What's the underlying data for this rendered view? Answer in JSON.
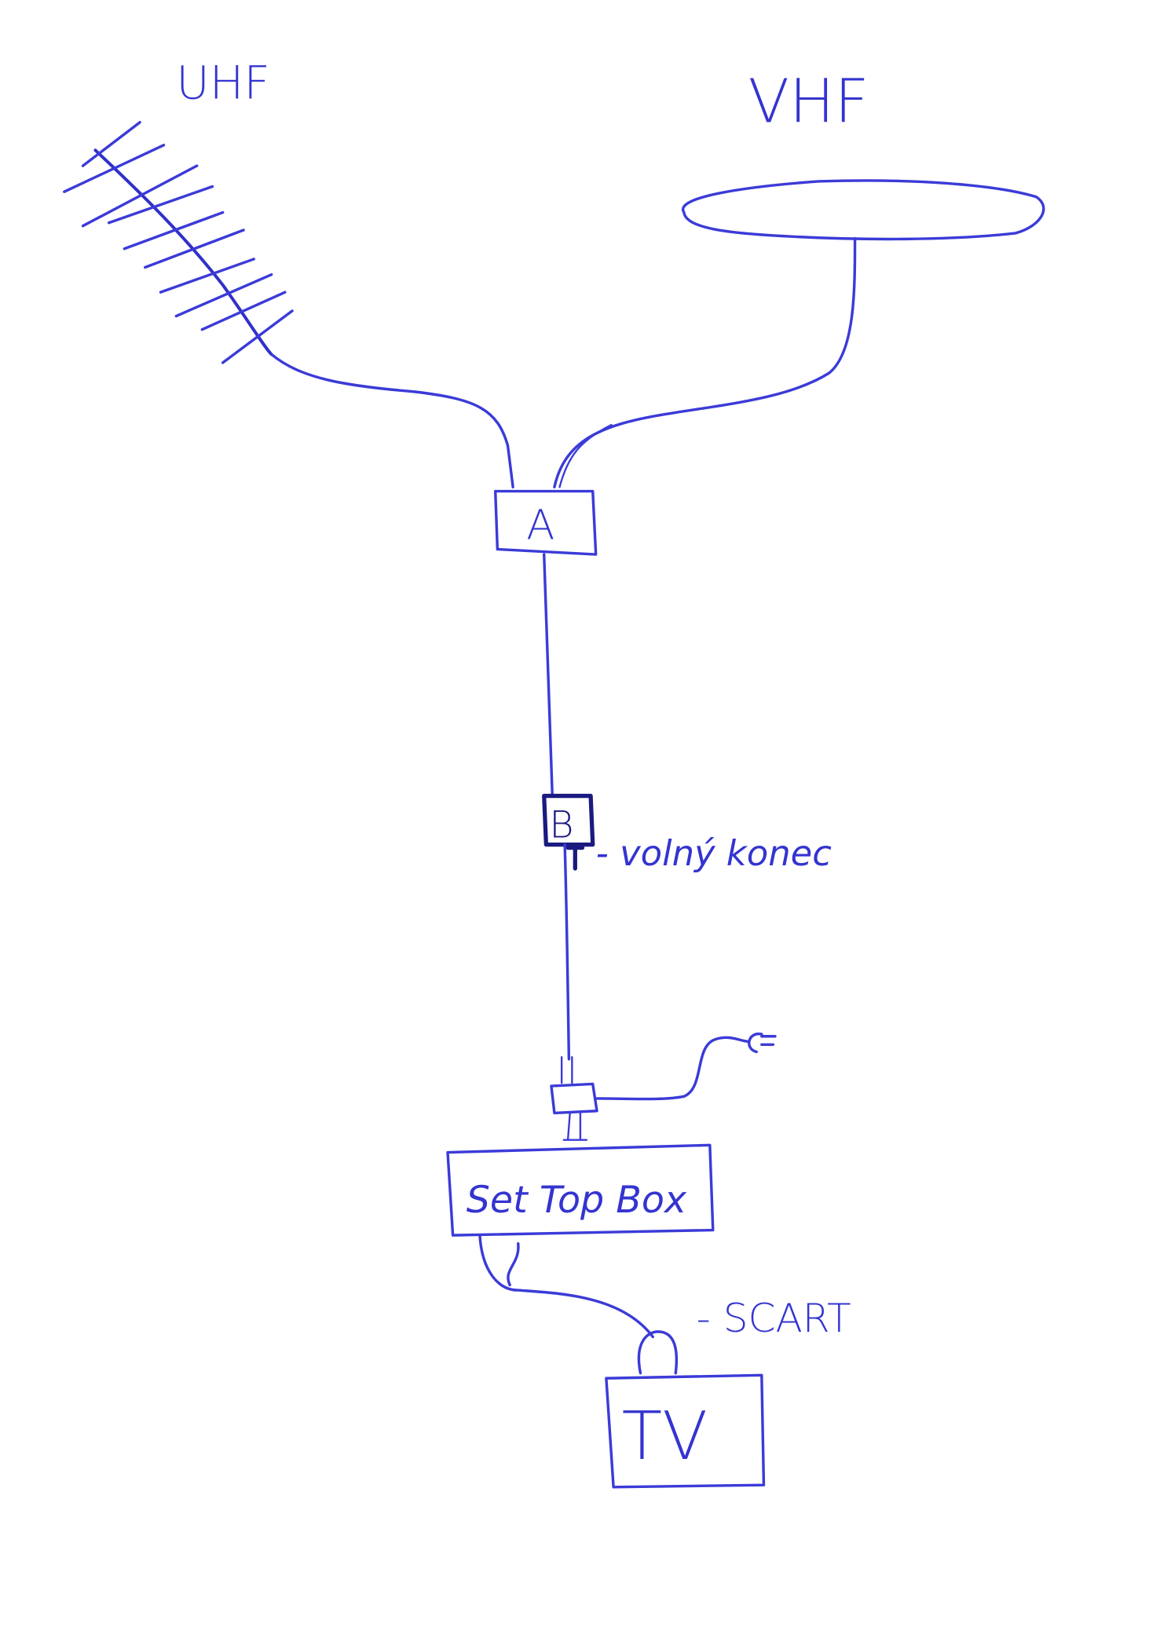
{
  "labels": {
    "uhf": "UHF",
    "vhf": "VHF",
    "node_a": "A",
    "node_b": "B",
    "free_end": "- volný konec",
    "set_top_box": "Set Top Box",
    "scart": "- SCART",
    "tv": "TV"
  },
  "colors": {
    "ink": "#3b3bd8"
  }
}
